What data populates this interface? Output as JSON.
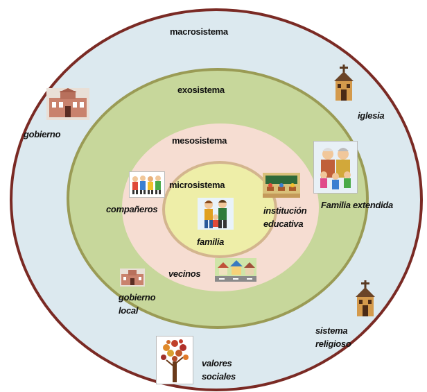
{
  "rings": {
    "macro": "macrosistema",
    "exo": "exosistema",
    "meso": "mesosistema",
    "micro": "microsistema"
  },
  "items": {
    "gobierno": "gobierno",
    "iglesia": "iglesia",
    "companeros": "compañeros",
    "institucion": "institución educativa",
    "familia_extendida": "Familia extendida",
    "familia": "familia",
    "vecinos": "vecinos",
    "gobierno_local": "gobierno local",
    "sistema_religioso": "sistema religioso",
    "valores_sociales": "valores sociales"
  },
  "colors": {
    "macro_fill": "#dce9ef",
    "macro_border": "#7a2a24",
    "exo_fill": "#c7d79b",
    "meso_fill": "#f6ddd2",
    "micro_fill": "#eeeea8"
  }
}
